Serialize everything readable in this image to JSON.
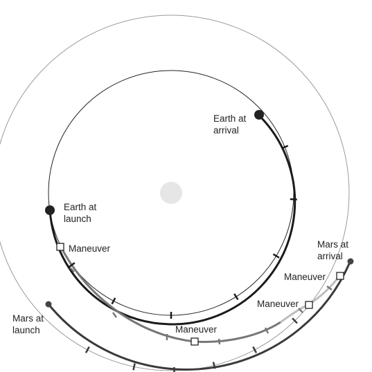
{
  "colors": {
    "background": "#ffffff",
    "sun": "#e6e6e6",
    "earth_orbit": "#222222",
    "mars_orbit": "#9a9a9a",
    "earth_path": "#1a1a1a",
    "mars_path": "#3a3a3a",
    "transfer_dark": "#777777",
    "transfer_light": "#bdbdbd",
    "body": "#222222",
    "mars_body": "#444444"
  },
  "labels": {
    "earth_launch_l1": "Earth at",
    "earth_launch_l2": "launch",
    "earth_arrival_l1": "Earth at",
    "earth_arrival_l2": "arrival",
    "mars_launch_l1": "Mars at",
    "mars_launch_l2": "launch",
    "mars_arrival_l1": "Mars at",
    "mars_arrival_l2": "arrival",
    "maneuver_1": "Maneuver",
    "maneuver_2": "Maneuver",
    "maneuver_3": "Maneuver",
    "maneuver_4": "Maneuver"
  }
}
